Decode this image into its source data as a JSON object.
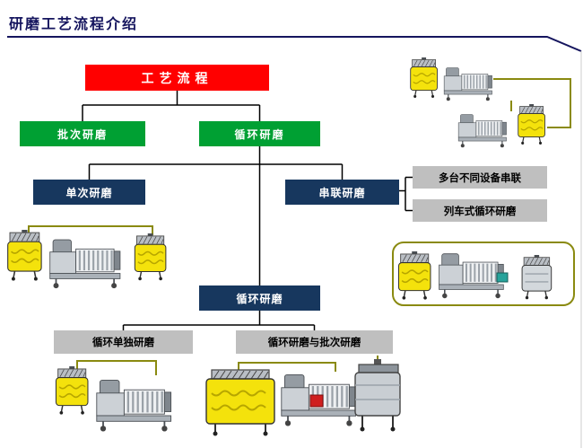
{
  "title": "研磨工艺流程介绍",
  "flowchart": {
    "root": {
      "label": "工艺流程"
    },
    "branches": [
      {
        "label": "批次研磨"
      },
      {
        "label": "循环研磨"
      }
    ],
    "level2": [
      {
        "label": "单次研磨"
      },
      {
        "label": "串联研磨"
      }
    ],
    "series_options": [
      {
        "label": "多台不同设备串联"
      },
      {
        "label": "列车式循环研磨"
      }
    ],
    "circulation": {
      "label": "循环研磨"
    },
    "circulation_modes": [
      {
        "label": "循环单独研磨"
      },
      {
        "label": "循环研磨与批次研磨"
      }
    ]
  },
  "colors": {
    "accent_red": "#ff0000",
    "accent_green": "#00a033",
    "accent_navy": "#17375e",
    "box_gray": "#bfbfbf",
    "title_navy": "#15155e",
    "pipe_olive": "#8a8a10",
    "tank_yellow": "#f4e20c"
  }
}
